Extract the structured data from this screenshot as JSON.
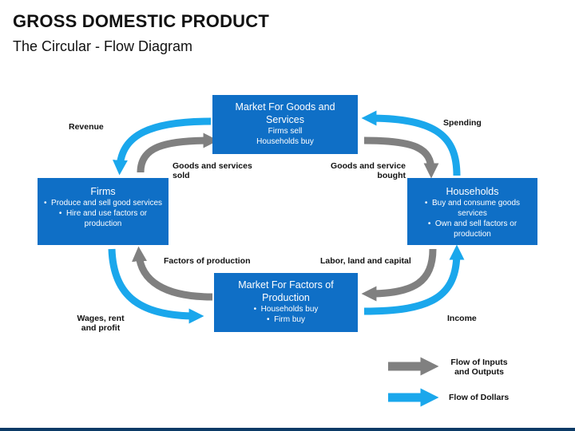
{
  "title": "GROSS DOMESTIC PRODUCT",
  "subtitle": "The Circular - Flow Diagram",
  "colors": {
    "box": "#0f6fc6",
    "dollars": "#1aa7ec",
    "inputs": "#808080"
  },
  "boxes": {
    "goods_market": {
      "head": "Market For Goods and Services",
      "lines": [
        "Firms sell",
        "Households buy"
      ]
    },
    "firms": {
      "head": "Firms",
      "bullets": [
        "Produce and sell good services",
        "Hire and use factors or production"
      ]
    },
    "households": {
      "head": "Households",
      "bullets": [
        "Buy and consume goods services",
        "Own and sell factors or production"
      ]
    },
    "factors_market": {
      "head": "Market For Factors of Production",
      "bullets": [
        "Households buy",
        "Firm buy"
      ]
    }
  },
  "labels": {
    "revenue": "Revenue",
    "spending": "Spending",
    "goods_sold": "Goods and services sold",
    "goods_bought": "Goods and service bought",
    "factors": "Factors of production",
    "labor": "Labor, land and capital",
    "wages": "Wages, rent and profit",
    "income": "Income"
  },
  "legend": {
    "inputs": "Flow of Inputs and Outputs",
    "dollars": "Flow of Dollars"
  }
}
